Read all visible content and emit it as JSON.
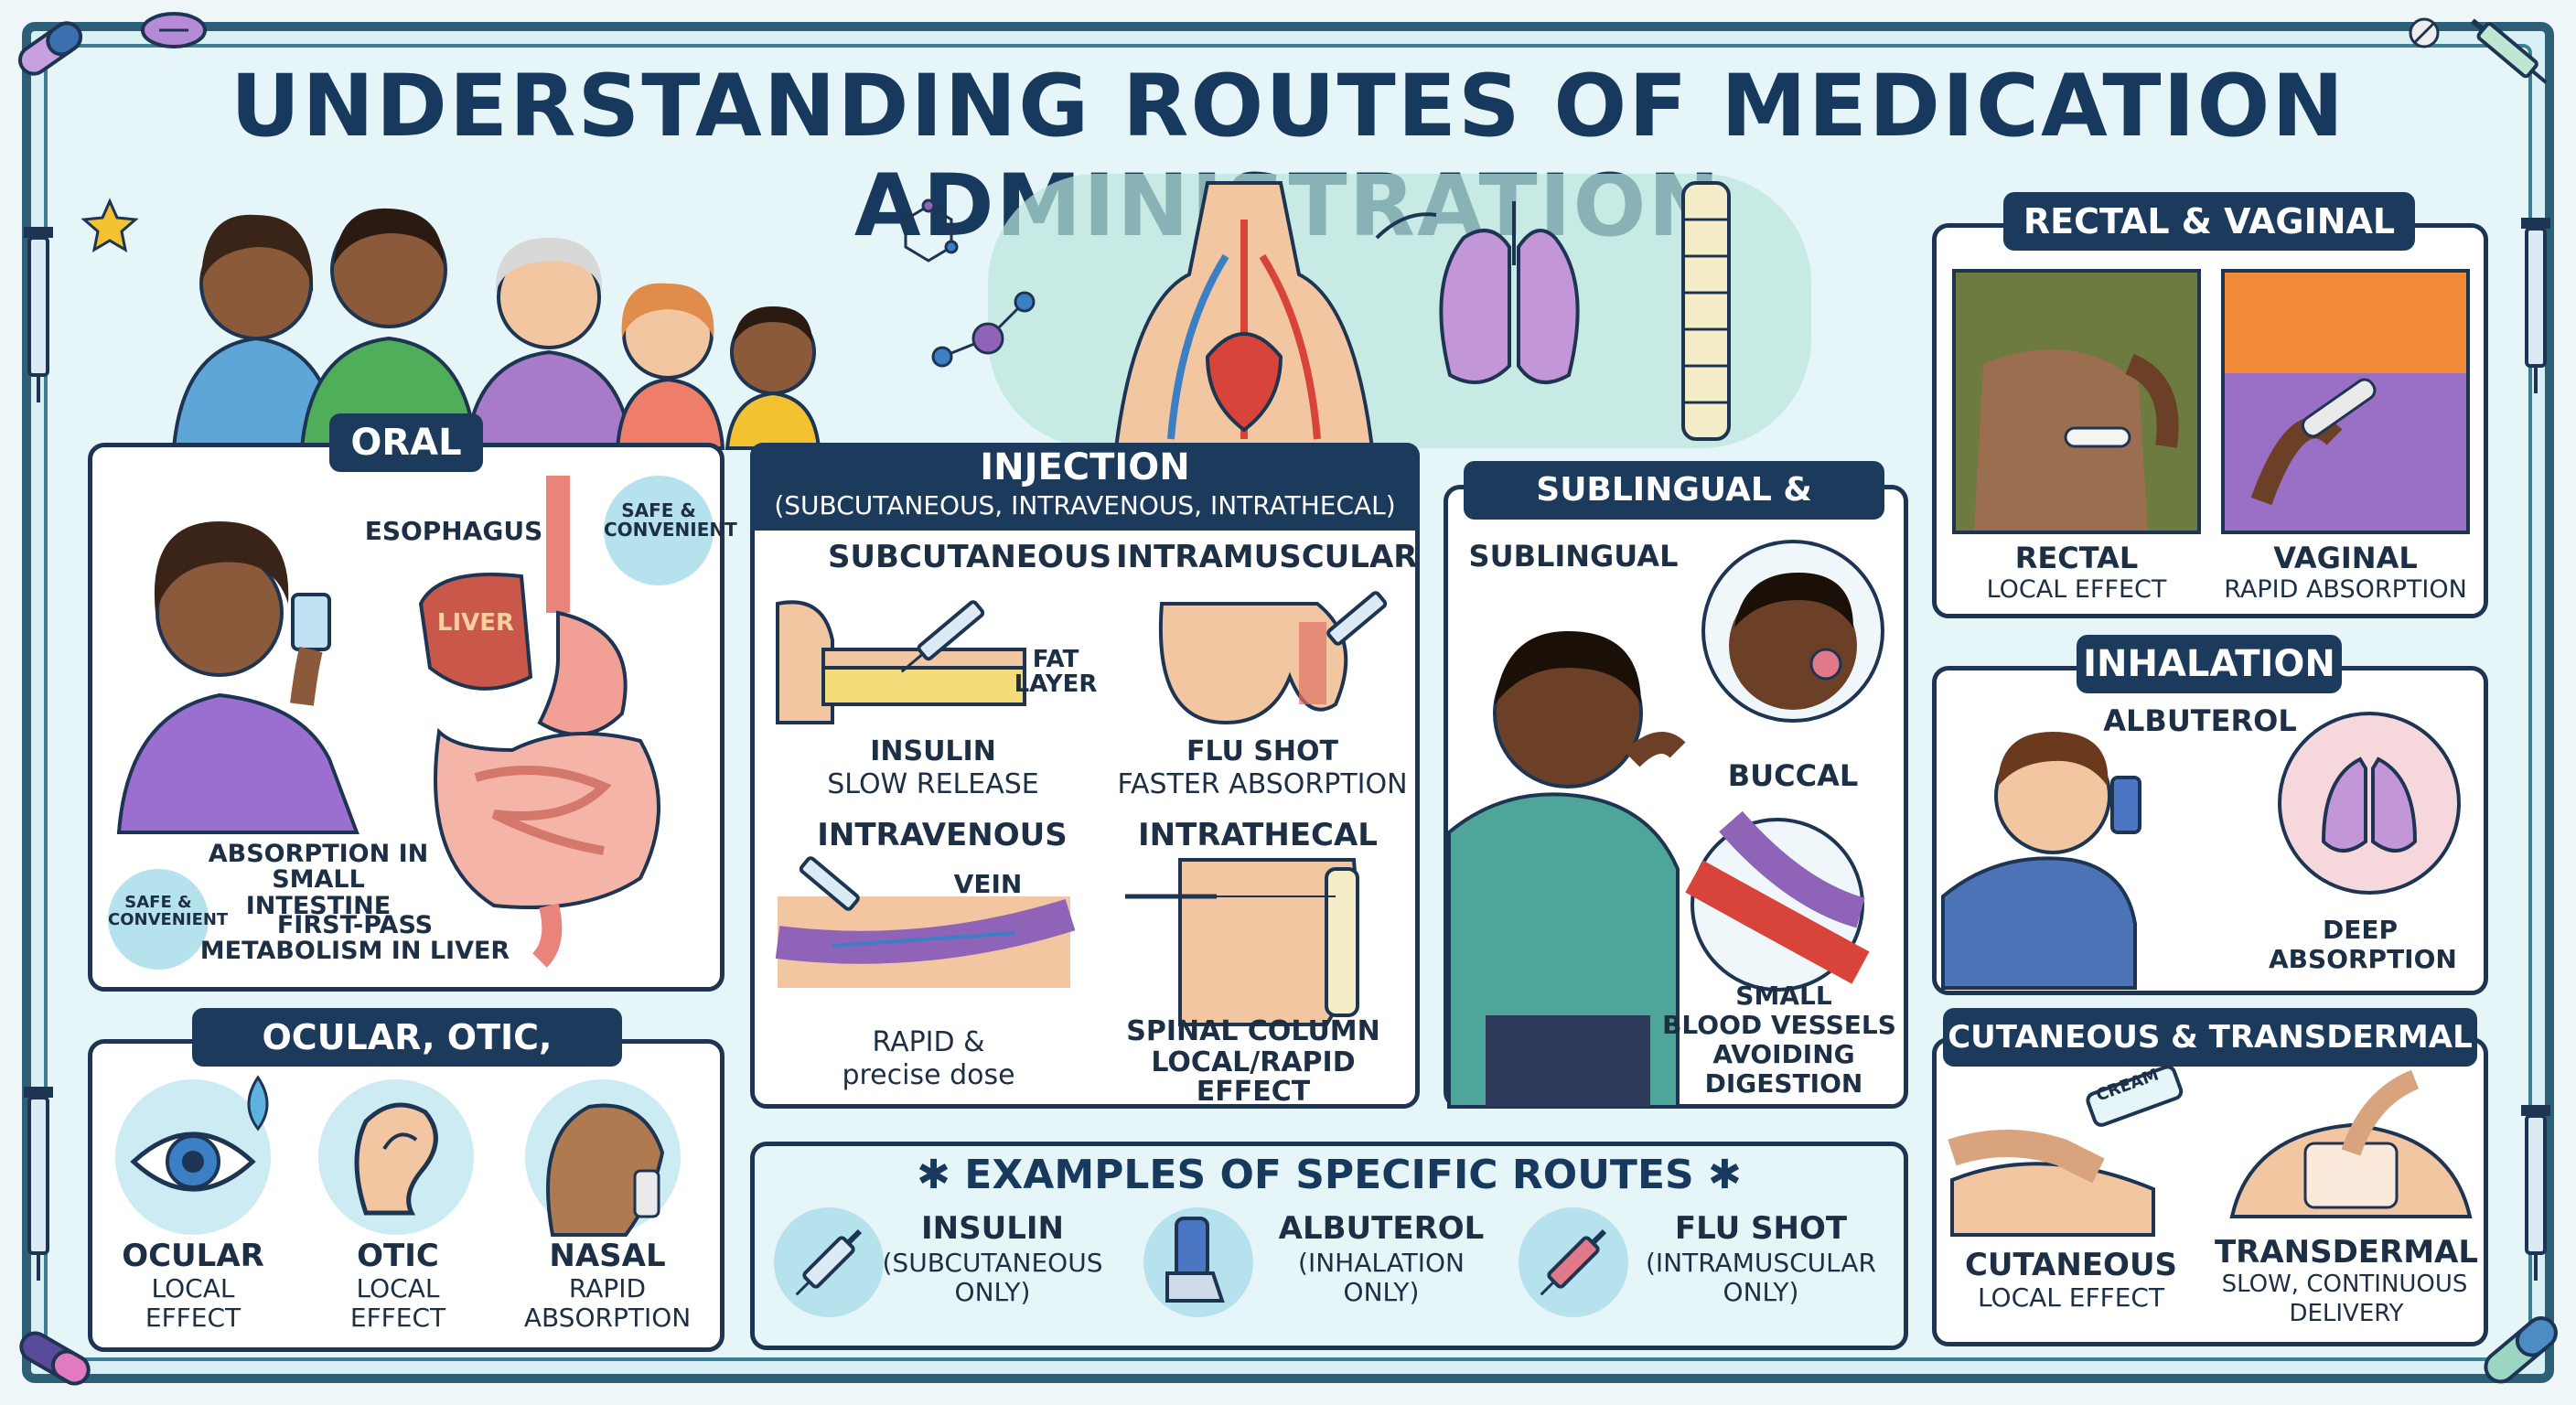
{
  "title": "UNDERSTANDING ROUTES OF MEDICATION ADMINISTRATION",
  "oral": {
    "title": "ORAL",
    "esophagus": "ESOPHAGUS",
    "liver": "LIVER",
    "safe_badge": "SAFE & CONVENIENT",
    "absorption": "ABSORPTION IN SMALL INTESTINE",
    "first_pass": "FIRST-PASS METABOLISM IN LIVER"
  },
  "injection": {
    "title": "INJECTION",
    "subtitle": "(SUBCUTANEOUS, INTRAVENOUS, INTRATHECAL)",
    "subcutaneous": {
      "label": "SUBCUTANEOUS",
      "fat": "FAT LAYER",
      "caption1": "INSULIN",
      "caption2": "SLOW RELEASE"
    },
    "intramuscular": {
      "label": "INTRAMUSCULAR",
      "caption1": "FLU SHOT",
      "caption2": "FASTER ABSORPTION"
    },
    "intravenous": {
      "label": "INTRAVENOUS",
      "vein": "VEIN",
      "caption1": "RAPID &",
      "caption2": "precise dose"
    },
    "intrathecal": {
      "label": "INTRATHECAL",
      "caption1": "SPINAL COLUMN",
      "caption2": "LOCAL/RAPID",
      "caption3": "EFFECT"
    }
  },
  "sublingual": {
    "title": "SUBLINGUAL & BUCCAL",
    "sublingual": "SUBLINGUAL",
    "buccal": "BUCCAL",
    "vessels1": "SMALL",
    "vessels2": "BLOOD VESSELS",
    "vessels3": "AVOIDING",
    "vessels4": "DIGESTION"
  },
  "rectal": {
    "title": "RECTAL & VAGINAL",
    "rectal_label": "RECTAL",
    "rectal_sub": "LOCAL EFFECT",
    "vaginal_label": "VAGINAL",
    "vaginal_sub": "RAPID ABSORPTION"
  },
  "inhalation": {
    "title": "INHALATION",
    "albuterol": "ALBUTEROL",
    "deep1": "DEEP",
    "deep2": "ABSORPTION"
  },
  "cutaneous": {
    "title": "CUTANEOUS & TRANSDERMAL",
    "cream": "CREAM",
    "cut_label": "CUTANEOUS",
    "cut_sub": "LOCAL EFFECT",
    "trans_label": "TRANSDERMAL",
    "trans_sub1": "SLOW, CONTINUOUS",
    "trans_sub2": "DELIVERY"
  },
  "ocular": {
    "title": "OCULAR, OTIC, NASAL",
    "ocular_label": "OCULAR",
    "ocular_sub1": "LOCAL",
    "ocular_sub2": "EFFECT",
    "otic_label": "OTIC",
    "otic_sub1": "LOCAL",
    "otic_sub2": "EFFECT",
    "nasal_label": "NASAL",
    "nasal_sub1": "RAPID",
    "nasal_sub2": "ABSORPTION"
  },
  "examples": {
    "title": "✱ EXAMPLES OF SPECIFIC ROUTES ✱",
    "items": [
      {
        "name": "INSULIN",
        "route1": "(SUBCUTANEOUS",
        "route2": "ONLY)"
      },
      {
        "name": "ALBUTEROL",
        "route1": "(INHALATION",
        "route2": "ONLY)"
      },
      {
        "name": "FLU SHOT",
        "route1": "(INTRAMUSCULAR",
        "route2": "ONLY)"
      }
    ]
  },
  "colors": {
    "navy": "#1c3b5c",
    "teal_bg": "#d9f0f4",
    "skin_dark": "#8a5a3b",
    "skin_light": "#f2c6a0",
    "purple": "#8e63b8",
    "green": "#4a9a4e",
    "red": "#d9443a"
  }
}
